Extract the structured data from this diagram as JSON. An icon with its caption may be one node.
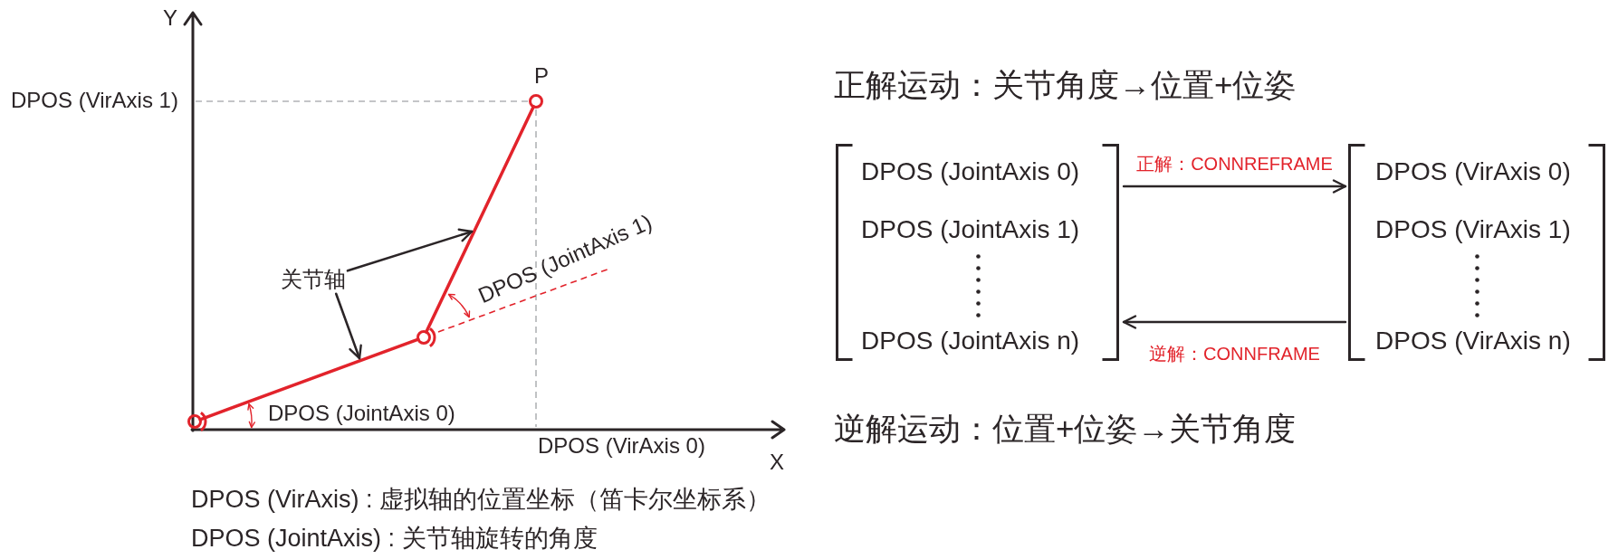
{
  "diagram": {
    "nodes": [
      {
        "text": [
          "关节轴"
        ]
      },
      {
        "text": [],
        "shape": "bar"
      },
      {
        "text": [],
        "shape": "bar"
      },
      {
        "text": [
          "DPOS (JointAxis 0)",
          "DPOS (JointAxis 1)",
          "DPOS (JointAxis n)"
        ]
      },
      {
        "text": [
          "DPOS (VirAxis 0)",
          "DPOS (VirAxis 1)",
          "DPOS (VirAxis n)"
        ]
      }
    ],
    "edges": [
      {
        "from": 0,
        "to": 1,
        "arrow": "to"
      },
      {
        "from": 0,
        "to": 2,
        "arrow": "to"
      },
      {
        "from": 3,
        "to": 4,
        "arrow": "to",
        "label": "正解：CONNREFRAME"
      },
      {
        "from": 4,
        "to": 3,
        "arrow": "to",
        "label": "逆解：CONNFRAME"
      }
    ],
    "labels": [
      "Y",
      "P",
      "DPOS (VirAxis 1)",
      "DPOS (JointAxis 1)",
      "DPOS (JointAxis 0)",
      "DPOS (VirAxis 0)",
      "X",
      "DPOS (VirAxis) : 虚拟轴的位置坐标（笛卡尔坐标系）",
      "DPOS (JointAxis) : 关节轴旋转的角度",
      "正解运动：关节角度→位置+位姿",
      "逆解运动：位置+位姿→关节角度"
    ]
  }
}
